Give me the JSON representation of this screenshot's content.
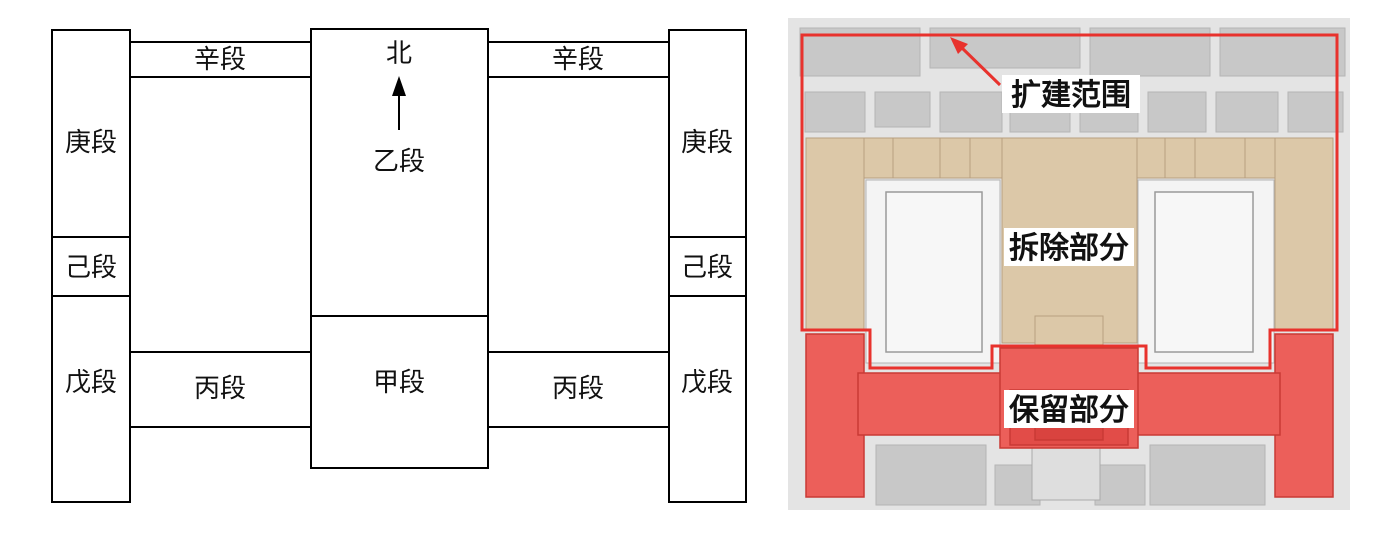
{
  "left_plan": {
    "north": "北",
    "sections": {
      "yi": "乙段",
      "jia": "甲段",
      "bing_left": "丙段",
      "bing_right": "丙段",
      "xin_left": "辛段",
      "xin_right": "辛段",
      "geng_left": "庚段",
      "geng_right": "庚段",
      "ji_left": "己段",
      "ji_right": "己段",
      "wu_left": "戊段",
      "wu_right": "戊段"
    }
  },
  "right_plan": {
    "extension_label": "扩建范围",
    "demolished_label": "拆除部分",
    "retained_label": "保留部分",
    "colors": {
      "retained": "#ec5f5a",
      "demolished": "#dcc8a8",
      "boundary": "#e8322d",
      "context": "#c9c9c9",
      "courtyard": "#f3f3f3"
    }
  }
}
